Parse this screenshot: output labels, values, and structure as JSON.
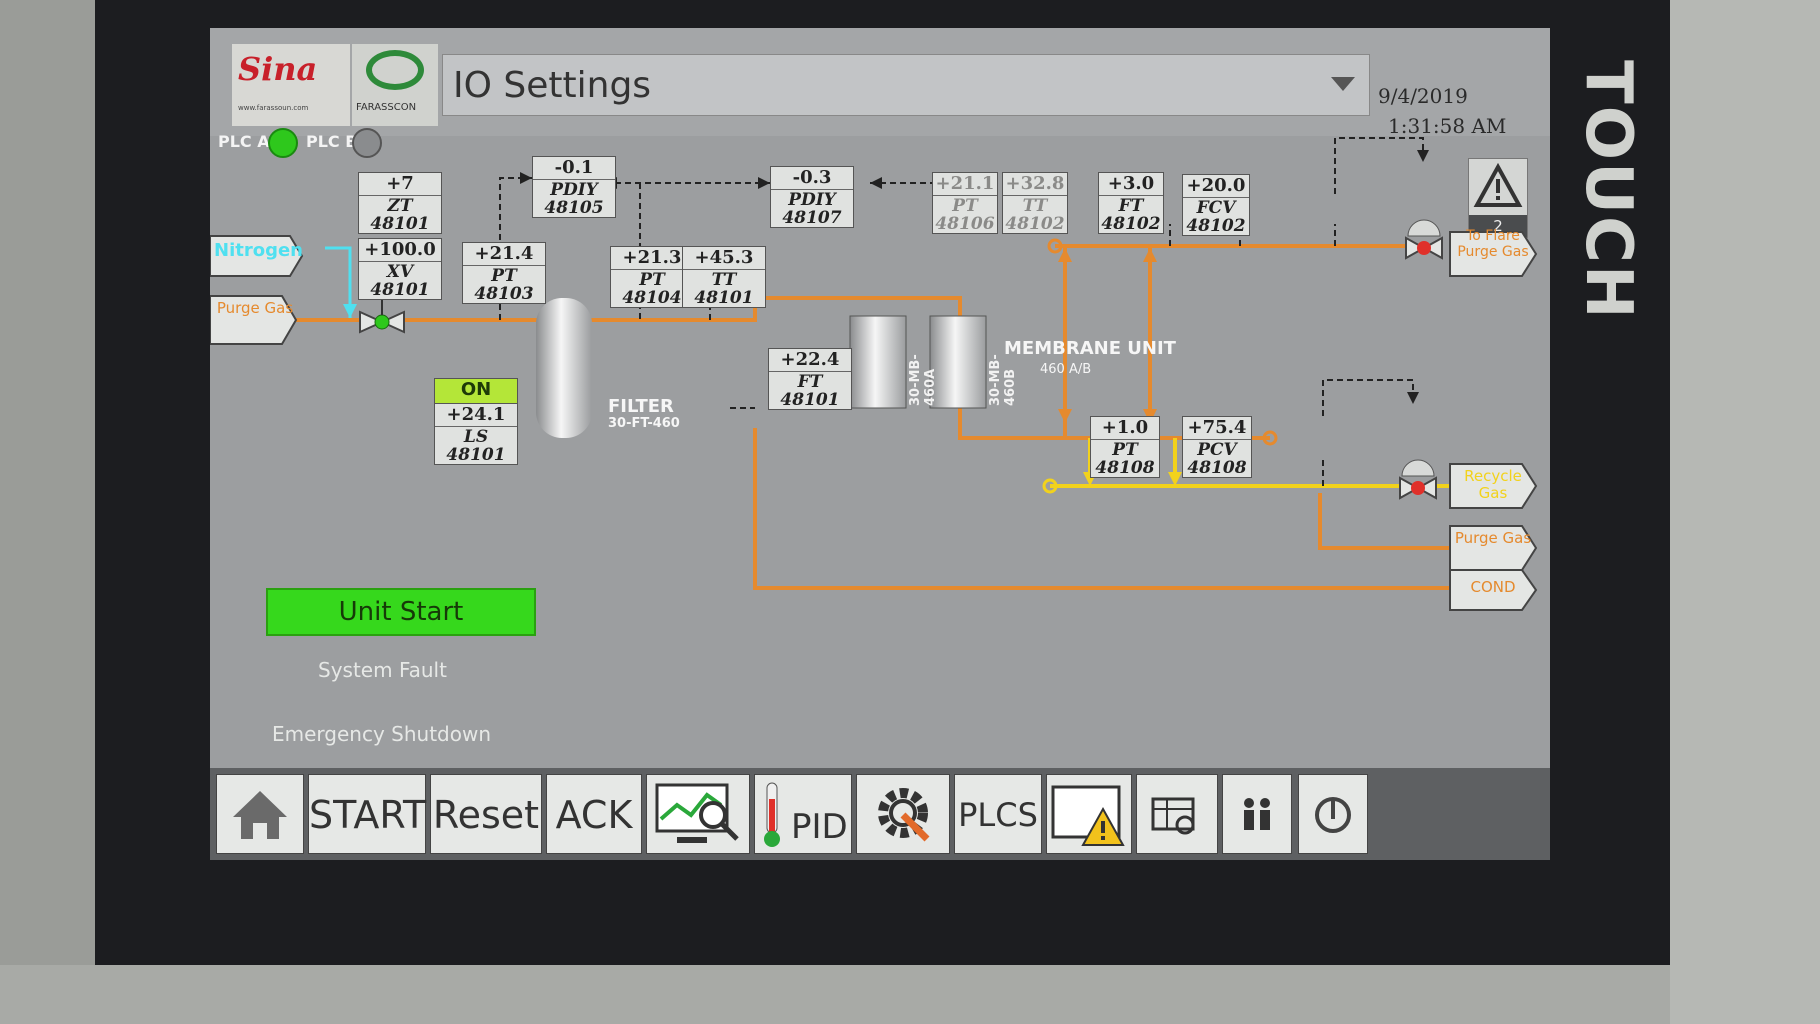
{
  "bezel": {
    "label": "TOUCH"
  },
  "header": {
    "logo1": "Sina",
    "logo1_sub": "www.farassoun.com",
    "logo2": "FARASSCON",
    "title": "IO Settings",
    "date": "9/4/2019",
    "time": "1:31:58 AM"
  },
  "plc": {
    "a": {
      "label": "PLC A",
      "status": "green"
    },
    "b": {
      "label": "PLC B",
      "status": "off"
    }
  },
  "alarm": {
    "count": "2"
  },
  "streams": {
    "nitrogen": "Nitrogen",
    "purge_gas_in": "Purge Gas",
    "to_flare": "To Flare Purge Gas",
    "recycle_gas": "Recycle Gas",
    "purge_gas_out": "Purge Gas",
    "cond": "COND"
  },
  "instruments": {
    "zt48101": {
      "value": "+7",
      "name": "ZT",
      "num": "48101"
    },
    "xv48101": {
      "value": "+100.0",
      "name": "XV",
      "num": "48101"
    },
    "pt48103": {
      "value": "+21.4",
      "name": "PT",
      "num": "48103"
    },
    "pdiy48105": {
      "value": "-0.1",
      "name": "PDIY",
      "num": "48105"
    },
    "pt48104": {
      "value": "+21.3",
      "name": "PT",
      "num": "48104"
    },
    "tt48101": {
      "value": "+45.3",
      "name": "TT",
      "num": "48101"
    },
    "pdiy48107": {
      "value": "-0.3",
      "name": "PDIY",
      "num": "48107"
    },
    "ft48101": {
      "value": "+22.4",
      "name": "FT",
      "num": "48101"
    },
    "pt48106": {
      "value": "+21.1",
      "name": "PT",
      "num": "48106"
    },
    "tt48102": {
      "value": "+32.8",
      "name": "TT",
      "num": "48102"
    },
    "ft48102": {
      "value": "+3.0",
      "name": "FT",
      "num": "48102"
    },
    "fcv48102": {
      "value": "+20.0",
      "name": "FCV",
      "num": "48102"
    },
    "ls48101": {
      "state": "ON",
      "value": "+24.1",
      "name": "LS",
      "num": "48101"
    },
    "pt48108": {
      "value": "+1.0",
      "name": "PT",
      "num": "48108"
    },
    "pcv48108": {
      "value": "+75.4",
      "name": "PCV",
      "num": "48108"
    }
  },
  "process": {
    "filter": "FILTER",
    "filter_tag": "30-FT-460",
    "membrane": "MEMBRANE UNIT",
    "membrane_sub": "460 A/B",
    "vessel_a": "30-MB-460A",
    "vessel_b": "30-MB-460B"
  },
  "controls": {
    "unit_start": "Unit Start",
    "system_fault": "System Fault",
    "emergency_shutdown": "Emergency Shutdown"
  },
  "nav": {
    "start": "START",
    "reset": "Reset",
    "ack": "ACK",
    "pid": "PID",
    "plcs": "PLCS"
  },
  "colors": {
    "process_orange": "#e58a2e",
    "recycle_yellow": "#f2d21c",
    "nitrogen_cyan": "#4fe0f0",
    "run_green": "#36d81c"
  }
}
